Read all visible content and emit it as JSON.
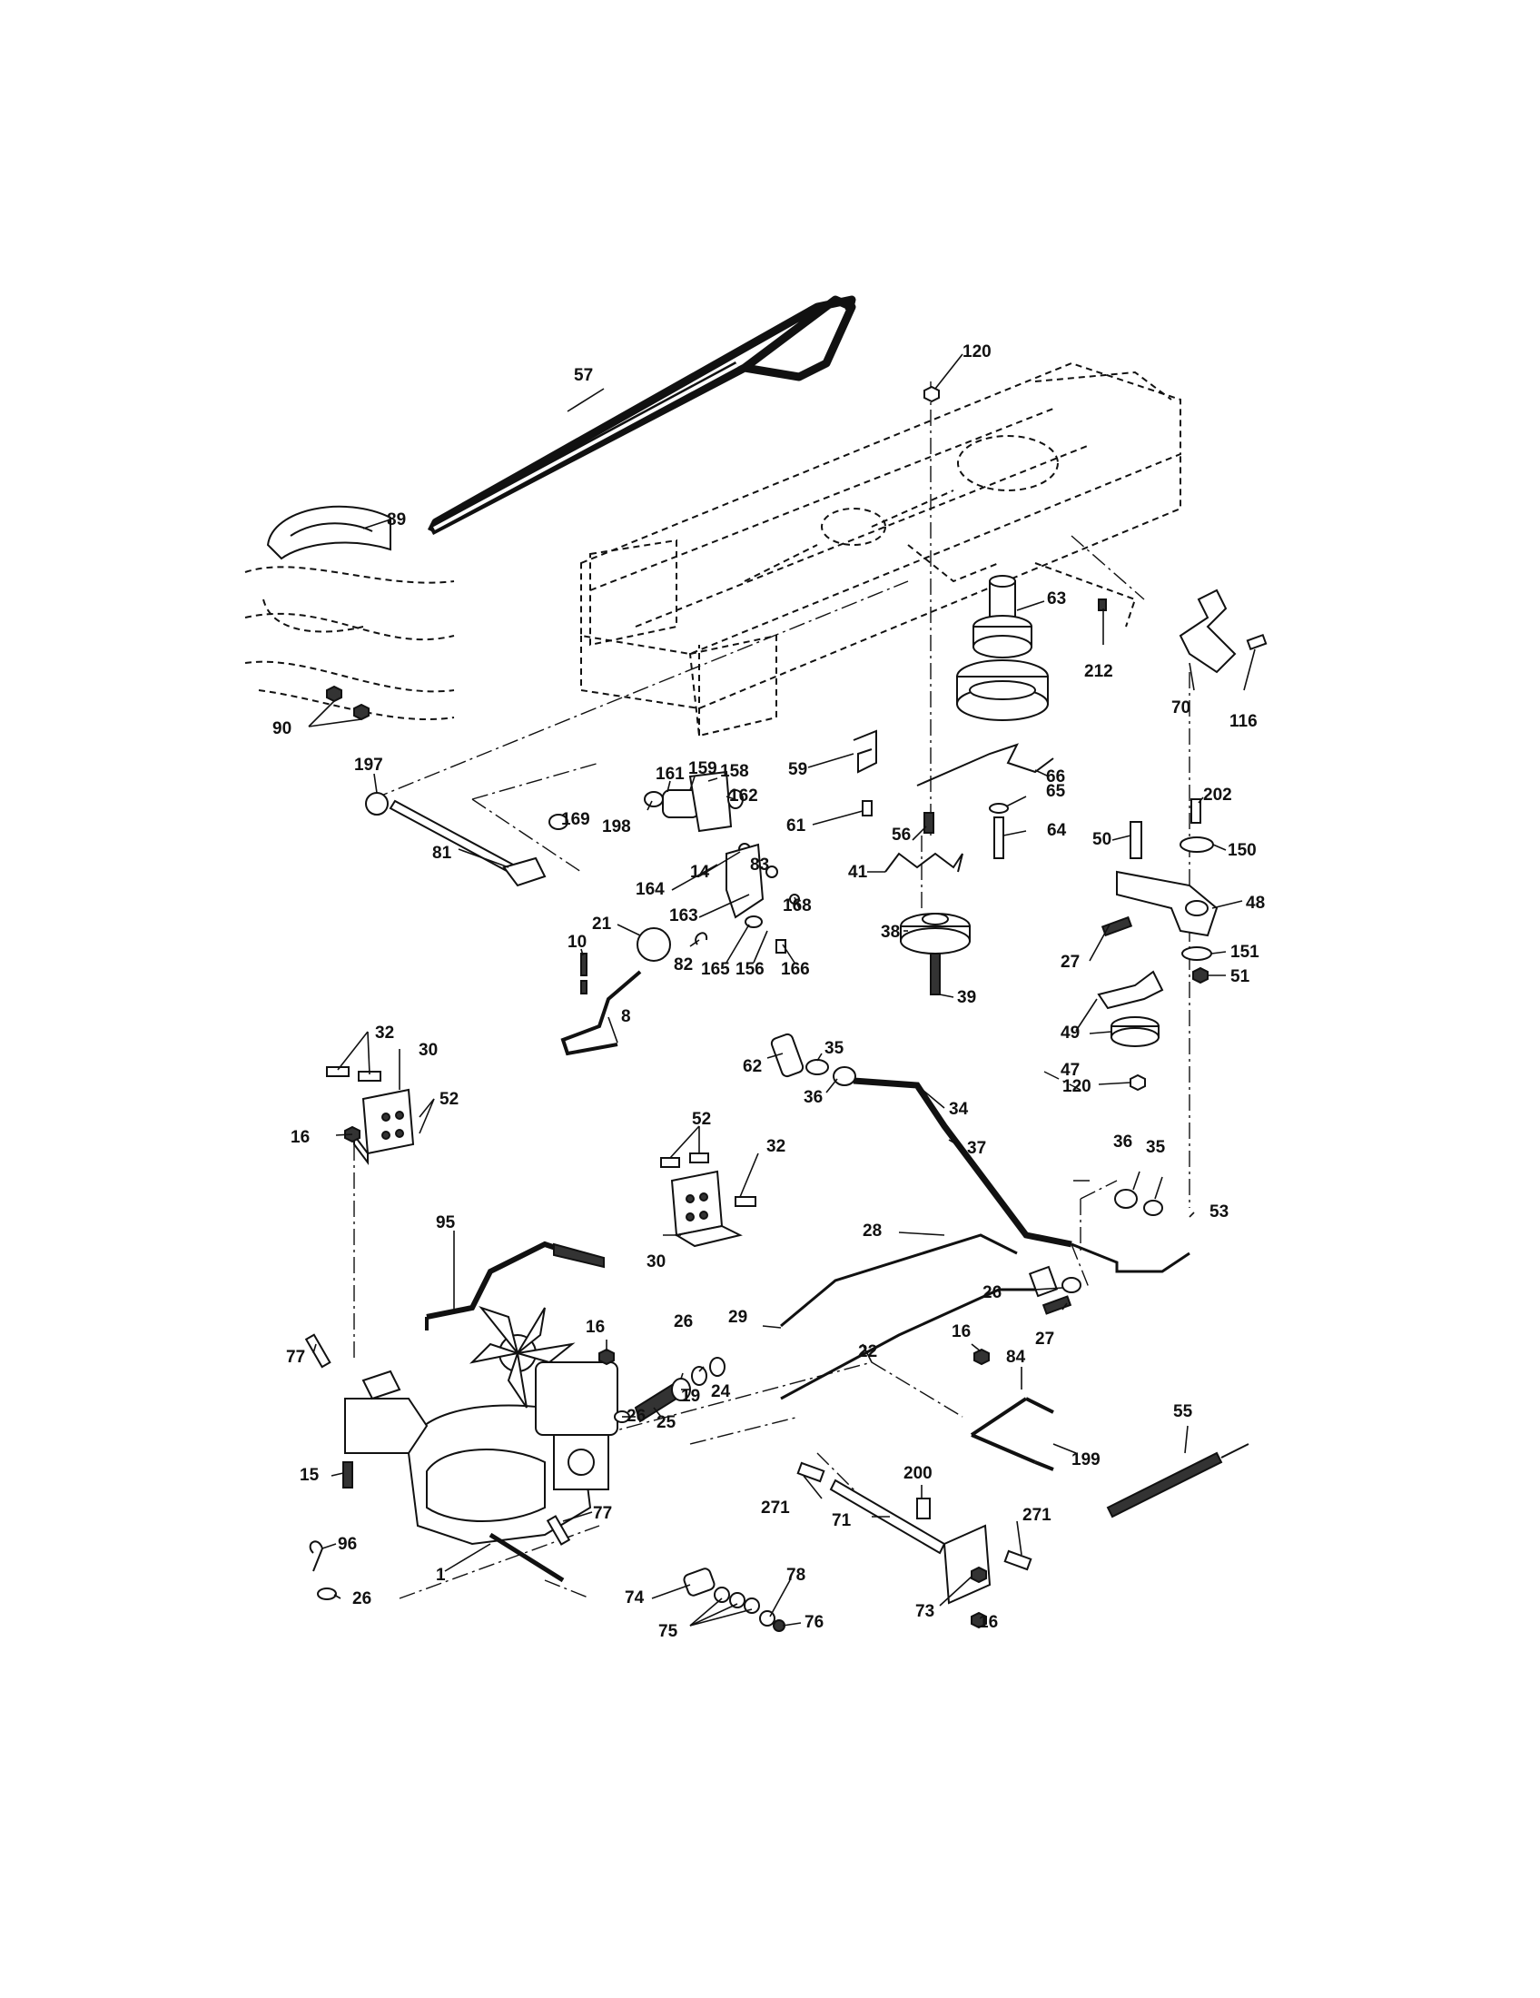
{
  "diagram": {
    "callouts": [
      {
        "id": "57",
        "text": "57"
      },
      {
        "id": "120a",
        "text": "120"
      },
      {
        "id": "89",
        "text": "89"
      },
      {
        "id": "63",
        "text": "63"
      },
      {
        "id": "212",
        "text": "212"
      },
      {
        "id": "70",
        "text": "70"
      },
      {
        "id": "116",
        "text": "116"
      },
      {
        "id": "90",
        "text": "90"
      },
      {
        "id": "197",
        "text": "197"
      },
      {
        "id": "59",
        "text": "59"
      },
      {
        "id": "66",
        "text": "66"
      },
      {
        "id": "161",
        "text": "161"
      },
      {
        "id": "159",
        "text": "159"
      },
      {
        "id": "158",
        "text": "158"
      },
      {
        "id": "169",
        "text": "169"
      },
      {
        "id": "162",
        "text": "162"
      },
      {
        "id": "198",
        "text": "198"
      },
      {
        "id": "61",
        "text": "61"
      },
      {
        "id": "65",
        "text": "65"
      },
      {
        "id": "202",
        "text": "202"
      },
      {
        "id": "56",
        "text": "56"
      },
      {
        "id": "64",
        "text": "64"
      },
      {
        "id": "50",
        "text": "50"
      },
      {
        "id": "150",
        "text": "150"
      },
      {
        "id": "81",
        "text": "81"
      },
      {
        "id": "14",
        "text": "14"
      },
      {
        "id": "164",
        "text": "164"
      },
      {
        "id": "83",
        "text": "83"
      },
      {
        "id": "41",
        "text": "41"
      },
      {
        "id": "163",
        "text": "163"
      },
      {
        "id": "168",
        "text": "168"
      },
      {
        "id": "48",
        "text": "48"
      },
      {
        "id": "21",
        "text": "21"
      },
      {
        "id": "38",
        "text": "38"
      },
      {
        "id": "10",
        "text": "10"
      },
      {
        "id": "82",
        "text": "82"
      },
      {
        "id": "165",
        "text": "165"
      },
      {
        "id": "156",
        "text": "156"
      },
      {
        "id": "166",
        "text": "166"
      },
      {
        "id": "27a",
        "text": "27"
      },
      {
        "id": "151",
        "text": "151"
      },
      {
        "id": "39",
        "text": "39"
      },
      {
        "id": "51",
        "text": "51"
      },
      {
        "id": "8",
        "text": "8"
      },
      {
        "id": "49",
        "text": "49"
      },
      {
        "id": "35a",
        "text": "35"
      },
      {
        "id": "47",
        "text": "47"
      },
      {
        "id": "32a",
        "text": "32"
      },
      {
        "id": "62",
        "text": "62"
      },
      {
        "id": "30a",
        "text": "30"
      },
      {
        "id": "36a",
        "text": "36"
      },
      {
        "id": "120b",
        "text": "120"
      },
      {
        "id": "52a",
        "text": "52"
      },
      {
        "id": "34",
        "text": "34"
      },
      {
        "id": "16a",
        "text": "16"
      },
      {
        "id": "52b",
        "text": "52"
      },
      {
        "id": "36b",
        "text": "36"
      },
      {
        "id": "35b",
        "text": "35"
      },
      {
        "id": "37",
        "text": "37"
      },
      {
        "id": "32b",
        "text": "32"
      },
      {
        "id": "53",
        "text": "53"
      },
      {
        "id": "95",
        "text": "95"
      },
      {
        "id": "28",
        "text": "28"
      },
      {
        "id": "30b",
        "text": "30"
      },
      {
        "id": "26a",
        "text": "26"
      },
      {
        "id": "29",
        "text": "29"
      },
      {
        "id": "27b",
        "text": "27"
      },
      {
        "id": "16b",
        "text": "16"
      },
      {
        "id": "26b",
        "text": "26"
      },
      {
        "id": "16c",
        "text": "16"
      },
      {
        "id": "22",
        "text": "22"
      },
      {
        "id": "84",
        "text": "84"
      },
      {
        "id": "77a",
        "text": "77"
      },
      {
        "id": "55",
        "text": "55"
      },
      {
        "id": "19",
        "text": "19"
      },
      {
        "id": "24",
        "text": "24"
      },
      {
        "id": "26c",
        "text": "26"
      },
      {
        "id": "25",
        "text": "25"
      },
      {
        "id": "199",
        "text": "199"
      },
      {
        "id": "15",
        "text": "15"
      },
      {
        "id": "200",
        "text": "200"
      },
      {
        "id": "271a",
        "text": "271"
      },
      {
        "id": "77b",
        "text": "77"
      },
      {
        "id": "271b",
        "text": "271"
      },
      {
        "id": "71",
        "text": "71"
      },
      {
        "id": "96",
        "text": "96"
      },
      {
        "id": "1",
        "text": "1"
      },
      {
        "id": "78",
        "text": "78"
      },
      {
        "id": "26d",
        "text": "26"
      },
      {
        "id": "74",
        "text": "74"
      },
      {
        "id": "76",
        "text": "76"
      },
      {
        "id": "73",
        "text": "73"
      },
      {
        "id": "16d",
        "text": "16"
      },
      {
        "id": "75",
        "text": "75"
      }
    ]
  }
}
